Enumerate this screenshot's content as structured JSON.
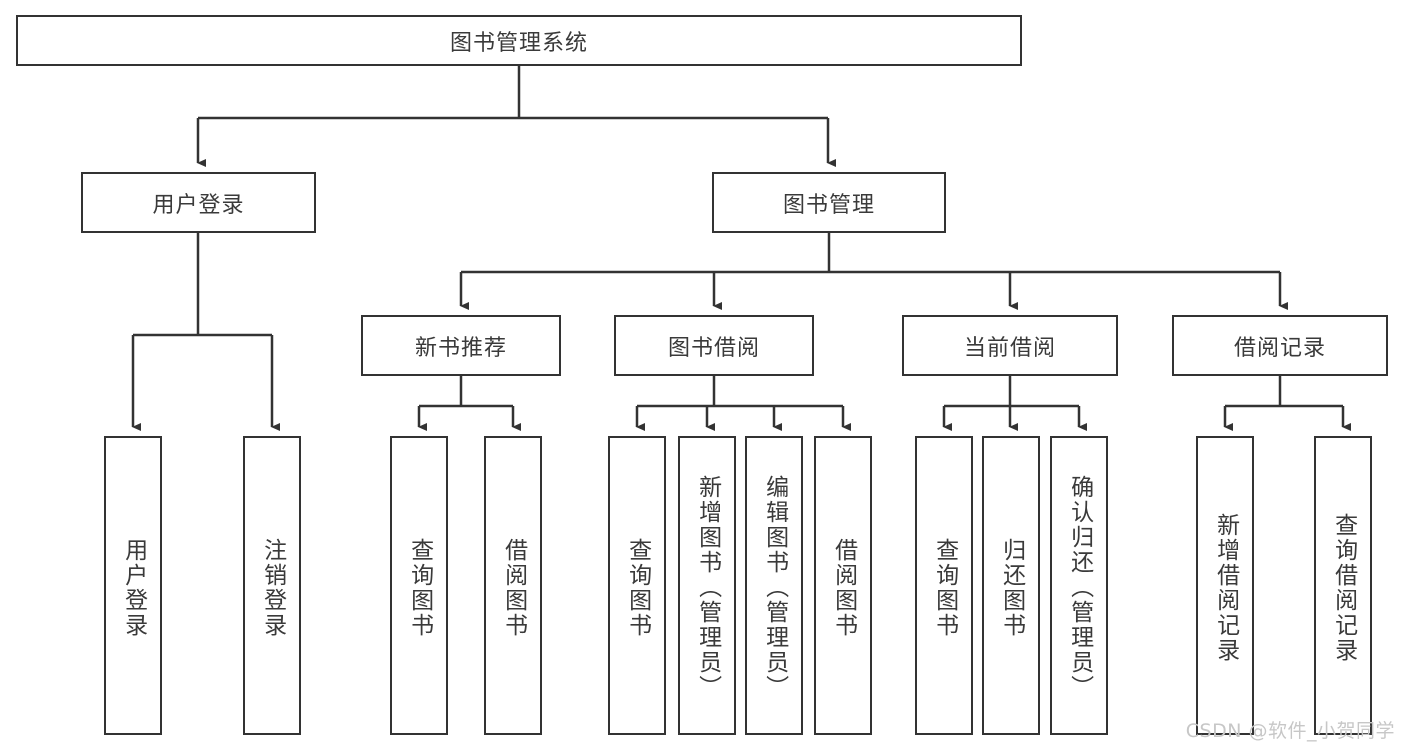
{
  "diagram": {
    "title": "图书管理系统",
    "type": "tree-hierarchy-chart",
    "root": {
      "label": "图书管理系统"
    },
    "level1": [
      {
        "label": "用户登录"
      },
      {
        "label": "图书管理"
      }
    ],
    "level2": [
      {
        "label": "新书推荐"
      },
      {
        "label": "图书借阅"
      },
      {
        "label": "当前借阅"
      },
      {
        "label": "借阅记录"
      }
    ],
    "leaves": {
      "user_login": [
        {
          "label": "用户登录"
        },
        {
          "label": "注销登录"
        }
      ],
      "new_book_recommend": [
        {
          "label": "查询图书"
        },
        {
          "label": "借阅图书"
        }
      ],
      "book_borrow": [
        {
          "label": "查询图书"
        },
        {
          "label": "新增图书（管理员）"
        },
        {
          "label": "编辑图书（管理员）"
        },
        {
          "label": "借阅图书"
        }
      ],
      "current_borrow": [
        {
          "label": "查询图书"
        },
        {
          "label": "归还图书"
        },
        {
          "label": "确认归还（管理员）"
        }
      ],
      "borrow_record": [
        {
          "label": "新增借阅记录"
        },
        {
          "label": "查询借阅记录"
        }
      ]
    }
  },
  "watermark": {
    "text": "CSDN @软件_小贺同学"
  },
  "colors": {
    "border": "#333333",
    "text": "#3a3a3a",
    "background": "#ffffff",
    "watermark": "#c7c7c7"
  }
}
